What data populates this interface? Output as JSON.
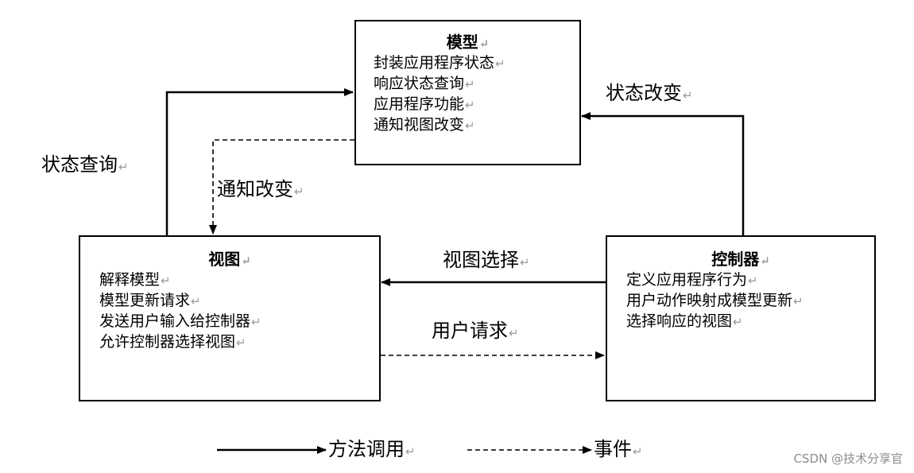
{
  "return_mark": "↵",
  "model": {
    "title": "模型",
    "lines": [
      "封装应用程序状态",
      "响应状态查询",
      "应用程序功能",
      "通知视图改变"
    ]
  },
  "view": {
    "title": "视图",
    "lines": [
      "解释模型",
      "模型更新请求",
      "发送用户输入给控制器",
      "允许控制器选择视图"
    ]
  },
  "controller": {
    "title": "控制器",
    "lines": [
      "定义应用程序行为",
      "用户动作映射成模型更新",
      "选择响应的视图"
    ]
  },
  "labels": {
    "state_query": "状态查询",
    "notify_change": "通知改变",
    "state_change": "状态改变",
    "view_select": "视图选择",
    "user_request": "用户请求"
  },
  "legend": {
    "method_call": "方法调用",
    "event": "事件"
  },
  "watermark": "CSDN @技术分享官"
}
